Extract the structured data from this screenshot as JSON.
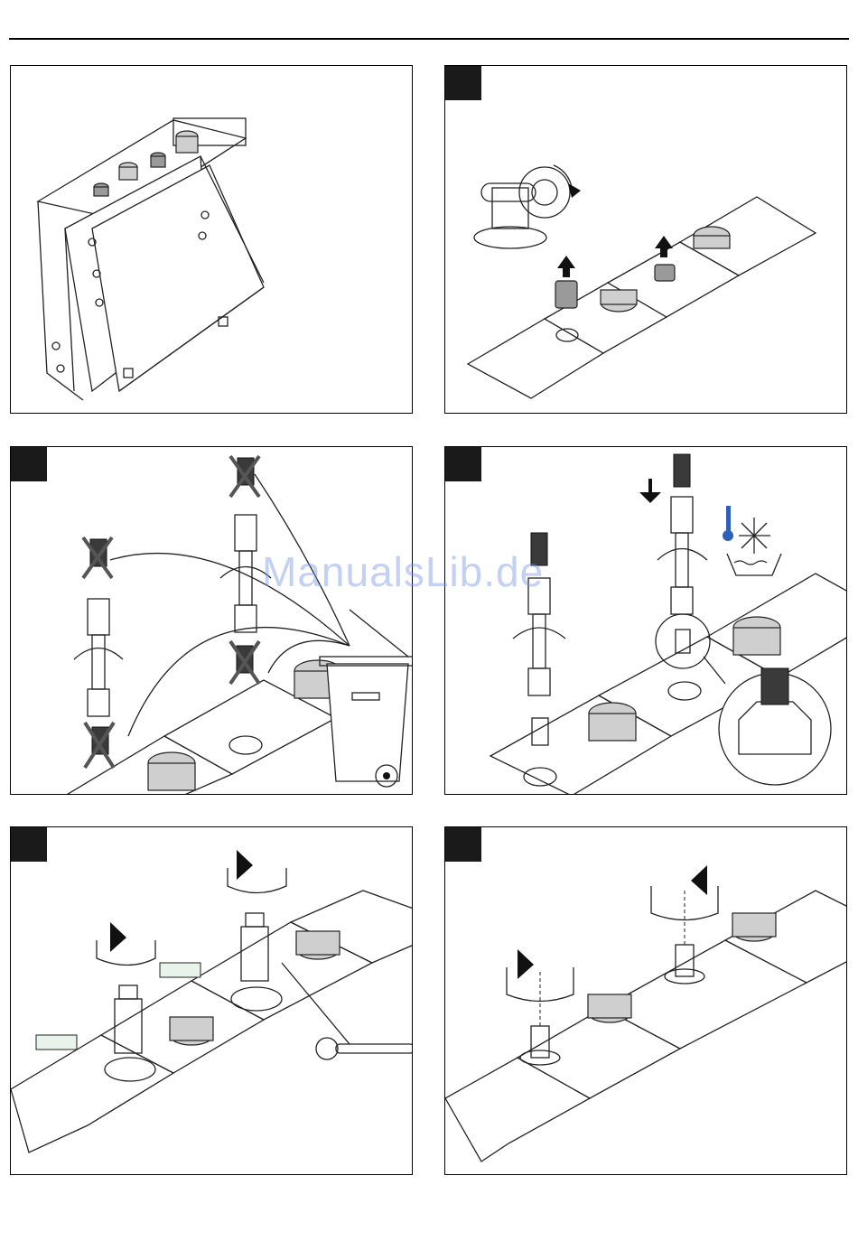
{
  "watermark": "ManualsLib.de",
  "steps": [
    {
      "badge": false,
      "icon": "thermostat-housing"
    },
    {
      "badge": true,
      "icon": "valve-removal"
    },
    {
      "badge": true,
      "icon": "cartridge-disposal"
    },
    {
      "badge": true,
      "icon": "cartridge-install"
    },
    {
      "badge": true,
      "icon": "sleeve-tightening"
    },
    {
      "badge": true,
      "icon": "rosette-mounting"
    }
  ],
  "colors": {
    "badge": "#1a1a1a",
    "lines": "#222222",
    "watermark": "#7896e6",
    "thermometer": "#2f5fb8"
  }
}
